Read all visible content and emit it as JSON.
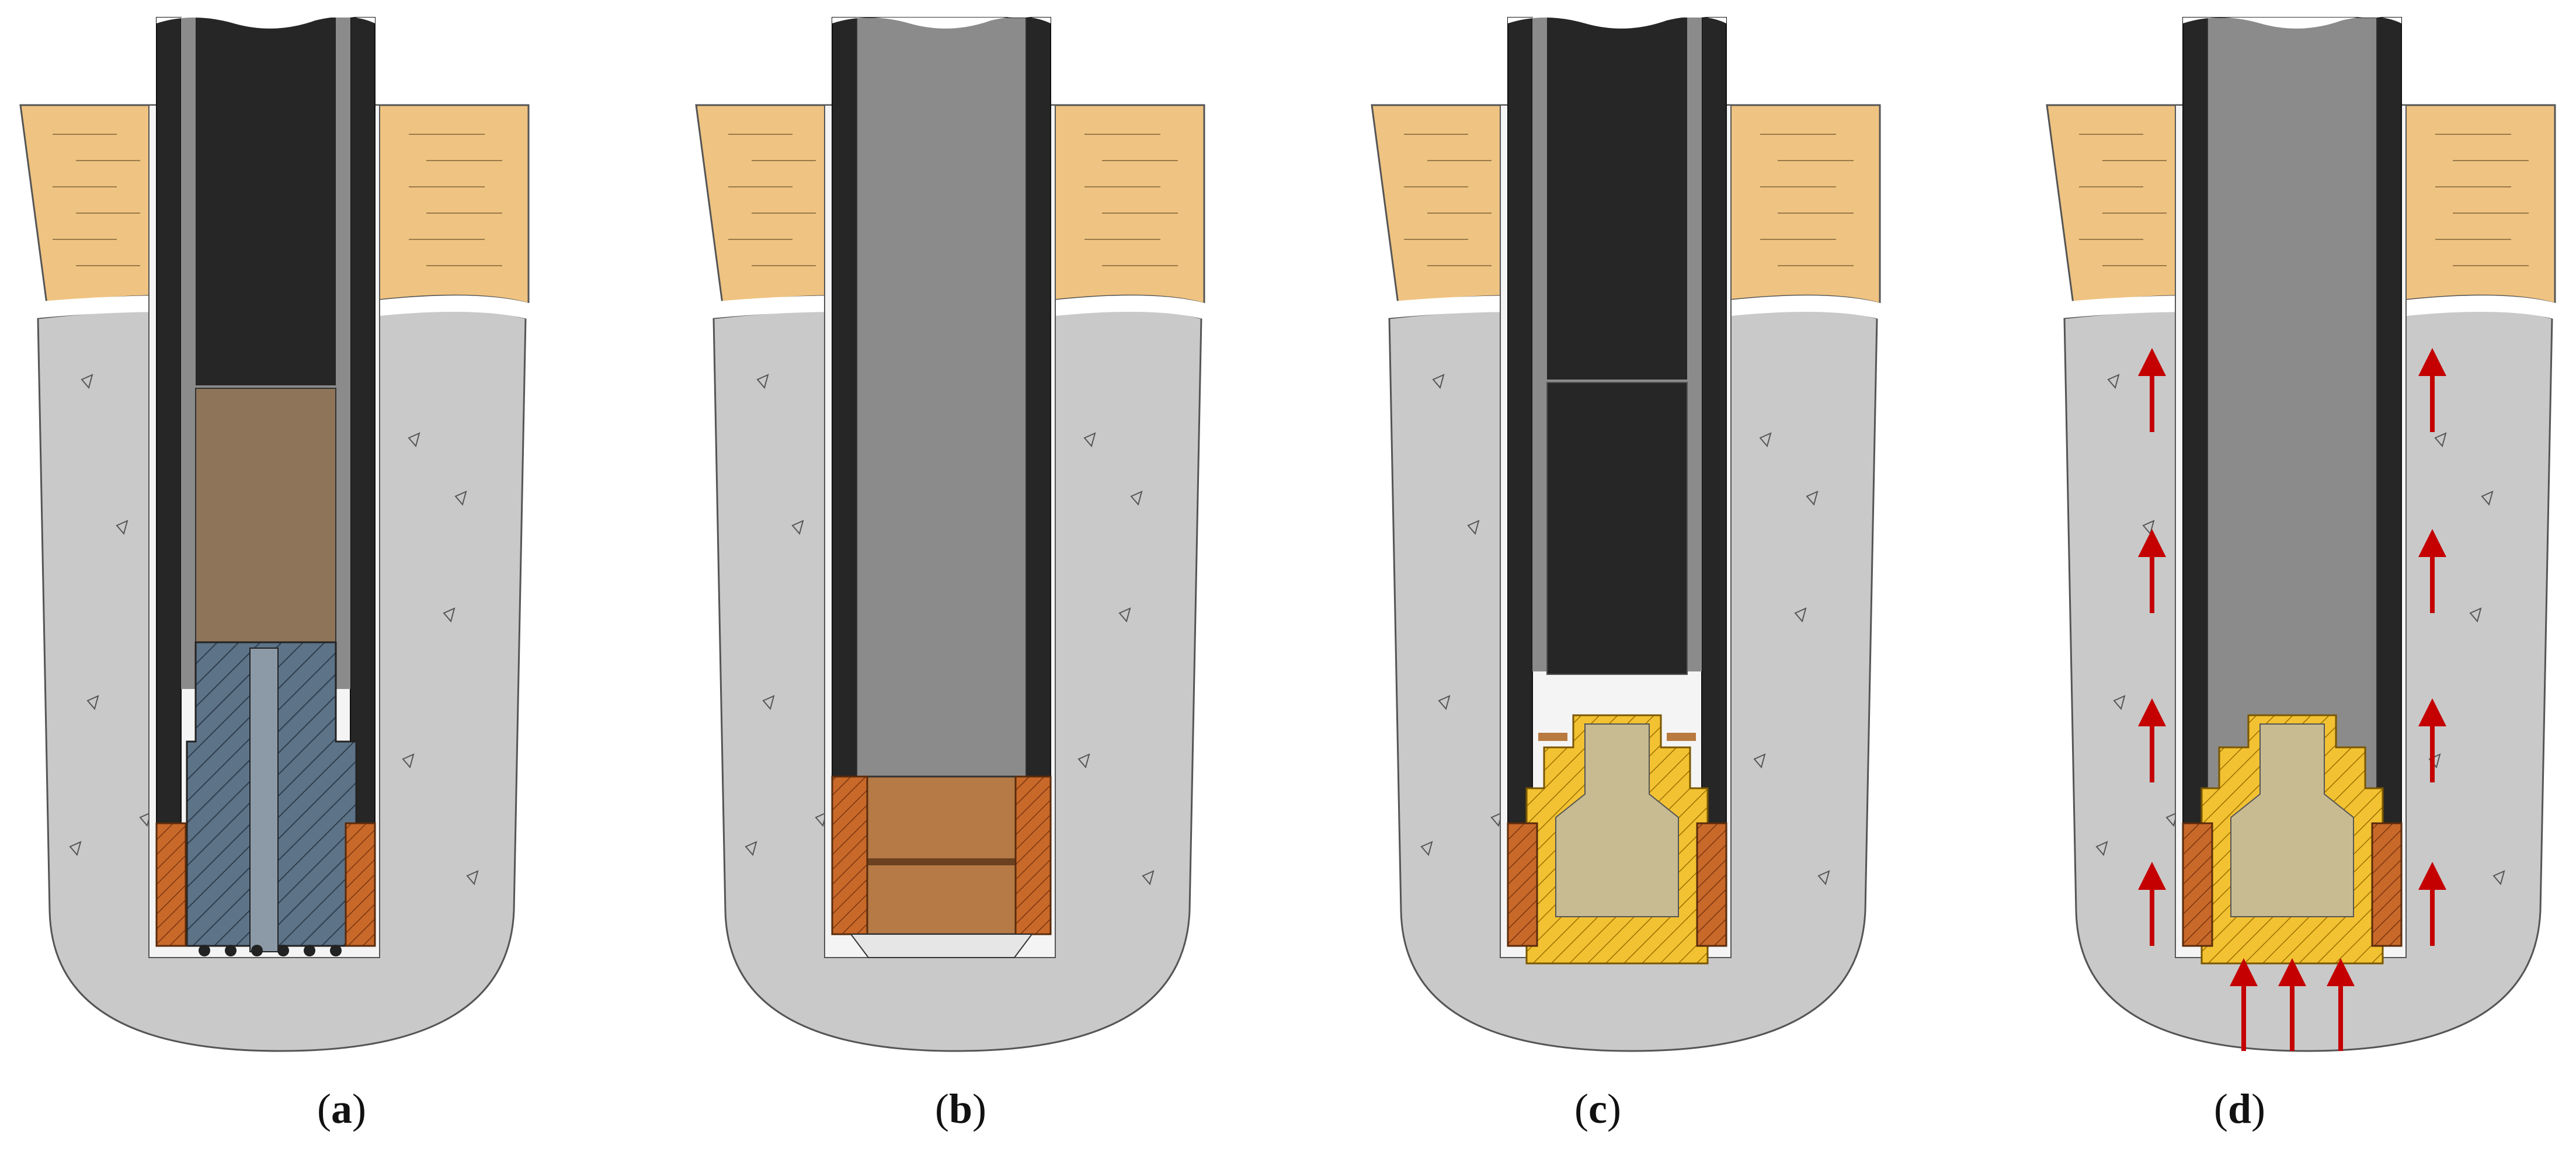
{
  "panels": [
    {
      "caption_open": "(",
      "caption_letter": "a",
      "caption_close": ")",
      "variant": "drill"
    },
    {
      "caption_open": "(",
      "caption_letter": "b",
      "caption_close": ")",
      "variant": "casing"
    },
    {
      "caption_open": "(",
      "caption_letter": "c",
      "caption_close": ")",
      "variant": "plug"
    },
    {
      "caption_open": "(",
      "caption_letter": "d",
      "caption_close": ")",
      "variant": "flow"
    }
  ],
  "colors": {
    "sand": "#EFC381",
    "concrete": "#C9C9C9",
    "pipe_dark": "#262626",
    "pipe_mid": "#8B8B8B",
    "tool_brown": "#8E7458",
    "bit_steel": "#5D7387",
    "shoe_orange": "#C8692A",
    "plug_yellow": "#F2C233",
    "plug_core": "#C8BB92",
    "copper": "#B97A3F",
    "arrow_red": "#C40000"
  }
}
